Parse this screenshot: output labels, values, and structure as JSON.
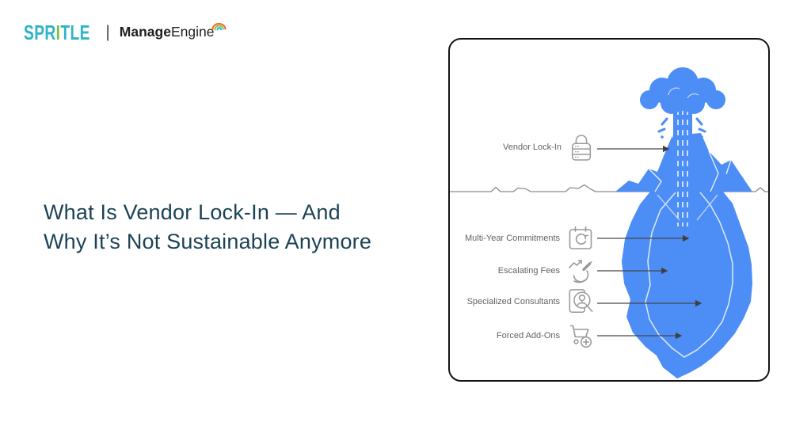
{
  "brand": {
    "spritle": {
      "part1": "SPR",
      "accent": "I",
      "part2": "TLE",
      "cyan": "#2FB3C6",
      "green": "#7AC143"
    },
    "divider": "|",
    "manageengine": {
      "bold": "Manage",
      "regular": "Engine",
      "swirl_icon": "manageengine-swirl-icon"
    }
  },
  "headline": {
    "line1": "What Is Vendor Lock-In — And",
    "line2": "Why It’s Not Sustainable Anymore",
    "color": "#1B4355"
  },
  "diagram": {
    "type": "iceberg-infographic",
    "above_water": {
      "label": "Vendor Lock-In",
      "icon": "lock-server-icon"
    },
    "below_water": [
      {
        "label": "Multi-Year Commitments",
        "icon": "calendar-renewal-icon"
      },
      {
        "label": "Escalating Fees",
        "icon": "escalating-fees-icon"
      },
      {
        "label": "Specialized Consultants",
        "icon": "consultant-magnifier-icon"
      },
      {
        "label": "Forced Add-Ons",
        "icon": "cart-plus-icon"
      }
    ],
    "colors": {
      "iceberg_blue": "#4C8DF6",
      "contour_light": "#D8E6FC",
      "waterline_gray": "#8A8A8A",
      "arrow_gray": "#474747",
      "label_gray": "#5F6368",
      "icon_gray": "#97999C",
      "panel_border": "#141414"
    }
  }
}
